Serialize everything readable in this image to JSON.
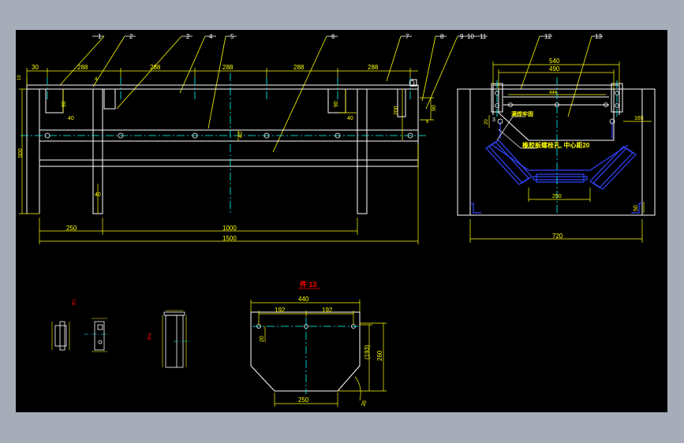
{
  "colors": {
    "background": "#a6acb8",
    "canvas": "#000000",
    "geometry": "#ffffff",
    "dimension": "#ffff00",
    "centerline": "#00ffff",
    "annotation": "#ff0000",
    "idler": "#3344ff",
    "part": "#e0e0e0",
    "hole": "#00ffff"
  },
  "balloons": [
    "1",
    "2",
    "2",
    "4",
    "5",
    "6",
    "7",
    "8",
    "9",
    "10",
    "11",
    "12",
    "13"
  ],
  "front_view": {
    "dims_top": [
      "30",
      "288",
      "288",
      "288",
      "288",
      "288"
    ],
    "dim_left_10": "10",
    "dim_left_500": "500",
    "dim_90_left": "90",
    "dim_90_right": "90",
    "dim_40_left": "40",
    "dim_40_right": "40",
    "dim_40_mid": "40",
    "dim_40_bottom": "40",
    "dim_200": "200",
    "dim_4": "4",
    "dim_6": "6",
    "dim_90_side": "90",
    "dim_250": "250",
    "dim_1000": "1000",
    "dim_1500": "1500"
  },
  "side_view": {
    "dim_540": "540",
    "dim_490": "490",
    "dim_444": "444",
    "dim_165": "165",
    "dim_20": "20",
    "dim_3": "3",
    "dim_250": "250",
    "dim_720": "720",
    "dim_50": "50",
    "note_weld": "满焊牢固",
    "note_hole": "橡胶板螺栓孔, 中心距20"
  },
  "detail": {
    "title": "件 13",
    "dim_440": "440",
    "dim_192_left": "192",
    "dim_192_right": "192",
    "dim_20": "20",
    "dim_193": "(193)",
    "dim_260": "260",
    "dim_250": "250",
    "dim_35": "35"
  },
  "small_parts": {
    "label_a": "件1",
    "label_b": "件4"
  }
}
